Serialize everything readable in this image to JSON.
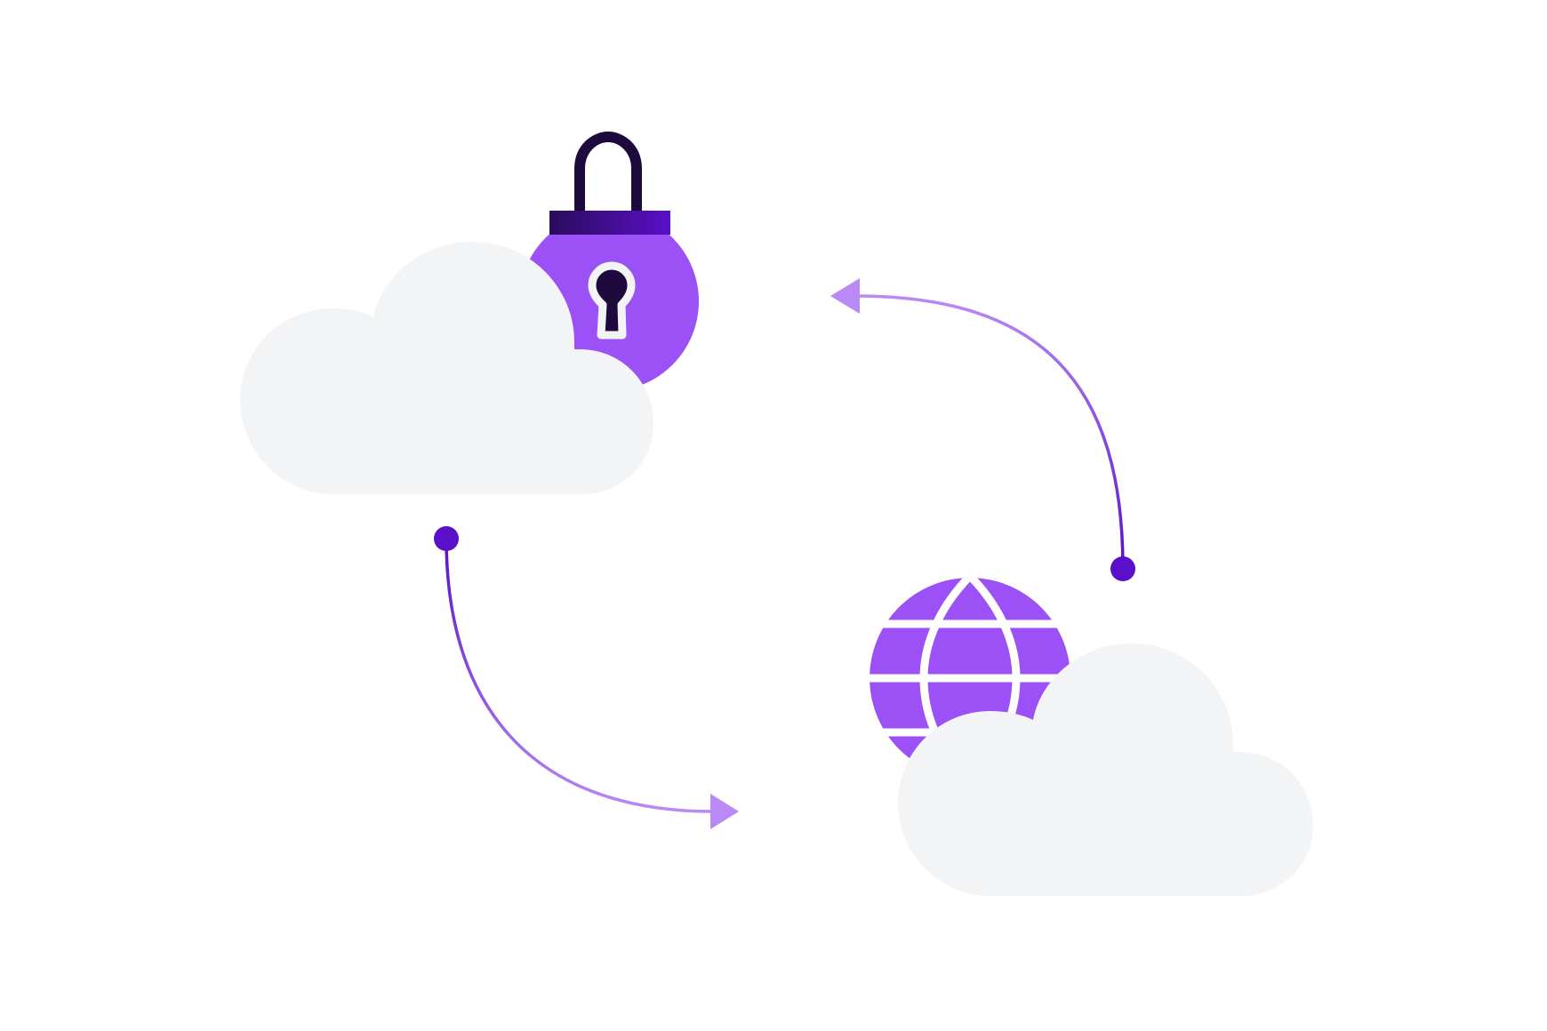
{
  "diagram": {
    "nodes": [
      {
        "id": "private-cloud",
        "icon": "padlock-icon"
      },
      {
        "id": "public-cloud",
        "icon": "globe-icon"
      }
    ],
    "connections": [
      {
        "from": "private-cloud",
        "to": "public-cloud"
      },
      {
        "from": "public-cloud",
        "to": "private-cloud"
      }
    ]
  },
  "colors": {
    "background": "#ffffff",
    "cloud": "#f2f4f5",
    "accent": "#9b51f5",
    "accent_light": "#b98af5",
    "accent_dark": "#5a0fc8",
    "deep_purple": "#1e0a3c"
  }
}
